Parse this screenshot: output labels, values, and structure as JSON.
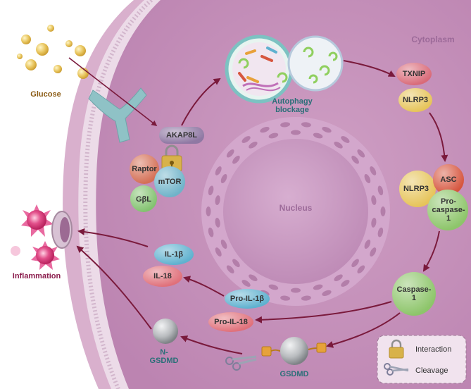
{
  "regions": {
    "cytoplasm": "Cytoplasm",
    "nucleus": "Nucleus"
  },
  "labels": {
    "glucose": "Glucose",
    "inflammation": "Inflammation",
    "autophagy": [
      "Autophagy",
      "blockage"
    ],
    "n_gsdmd": [
      "N-",
      "GSDMD"
    ],
    "gsdmd": "GSDMD"
  },
  "nodes": {
    "akap8l": "AKAP8L",
    "raptor": "Raptor",
    "mtor": "mTOR",
    "gbl": "GβL",
    "txnip": "TXNIP",
    "nlrp3_top": "NLRP3",
    "nlrp3_complex": "NLRP3",
    "asc": "ASC",
    "pro_caspase": [
      "Pro-",
      "caspase-",
      "1"
    ],
    "caspase": [
      "Caspase-",
      "1"
    ],
    "il1b": "IL-1β",
    "il18": "IL-18",
    "pro_il1b": "Pro-IL-1β",
    "pro_il18": "Pro-IL-18"
  },
  "legend": {
    "interaction": "Interaction",
    "cleavage": "Cleavage"
  },
  "colors": {
    "background": "#ffffff",
    "cell_outer": "#d6a8c9",
    "cytoplasm": "#c692bb",
    "membrane": "#e9d9e6",
    "nucleus": "#c99ac2",
    "arrow": "#7a1a3c",
    "akap8l": "#8f78a3",
    "raptor": "#d46f55",
    "mtor": "#6fb3c9",
    "gbl": "#82c26f",
    "txnip": "#d96a78",
    "nlrp3": "#e6c45a",
    "asc": "#d6553e",
    "caspase": "#8dc56a",
    "il1b": "#5fb1cf",
    "il18": "#e0707a",
    "gsdmd": "#b9bcbf",
    "lock": "#d8b24a"
  }
}
